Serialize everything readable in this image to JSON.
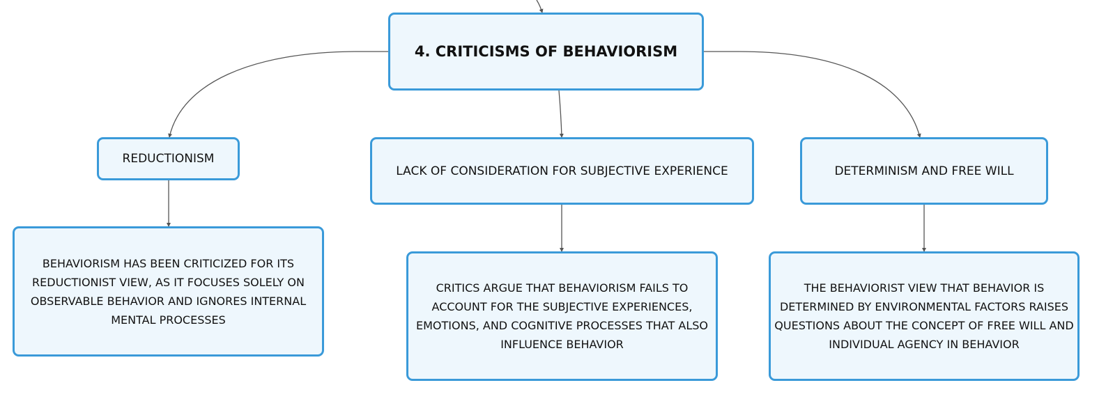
{
  "diagram": {
    "root": {
      "label": "4. CRITICISMS OF BEHAVIORISM"
    },
    "branches": [
      {
        "title": "REDUCTIONISM",
        "detail": "BEHAVIORISM HAS BEEN CRITICIZED FOR ITS REDUCTIONIST VIEW, AS IT FOCUSES SOLELY ON OBSERVABLE BEHAVIOR AND IGNORES INTERNAL MENTAL PROCESSES"
      },
      {
        "title": "LACK OF CONSIDERATION FOR SUBJECTIVE EXPERIENCE",
        "detail": "CRITICS ARGUE THAT BEHAVIORISM FAILS TO ACCOUNT FOR THE SUBJECTIVE EXPERIENCES, EMOTIONS, AND COGNITIVE PROCESSES THAT ALSO INFLUENCE BEHAVIOR"
      },
      {
        "title": "DETERMINISM AND FREE WILL",
        "detail": "THE BEHAVIORIST VIEW THAT BEHAVIOR IS DETERMINED BY ENVIRONMENTAL FACTORS RAISES QUESTIONS ABOUT THE CONCEPT OF FREE WILL AND INDIVIDUAL AGENCY IN BEHAVIOR"
      }
    ],
    "colors": {
      "node_border": "#3a9ad9",
      "node_fill": "#eef7fd",
      "connector": "#555555",
      "text": "#111111"
    }
  }
}
